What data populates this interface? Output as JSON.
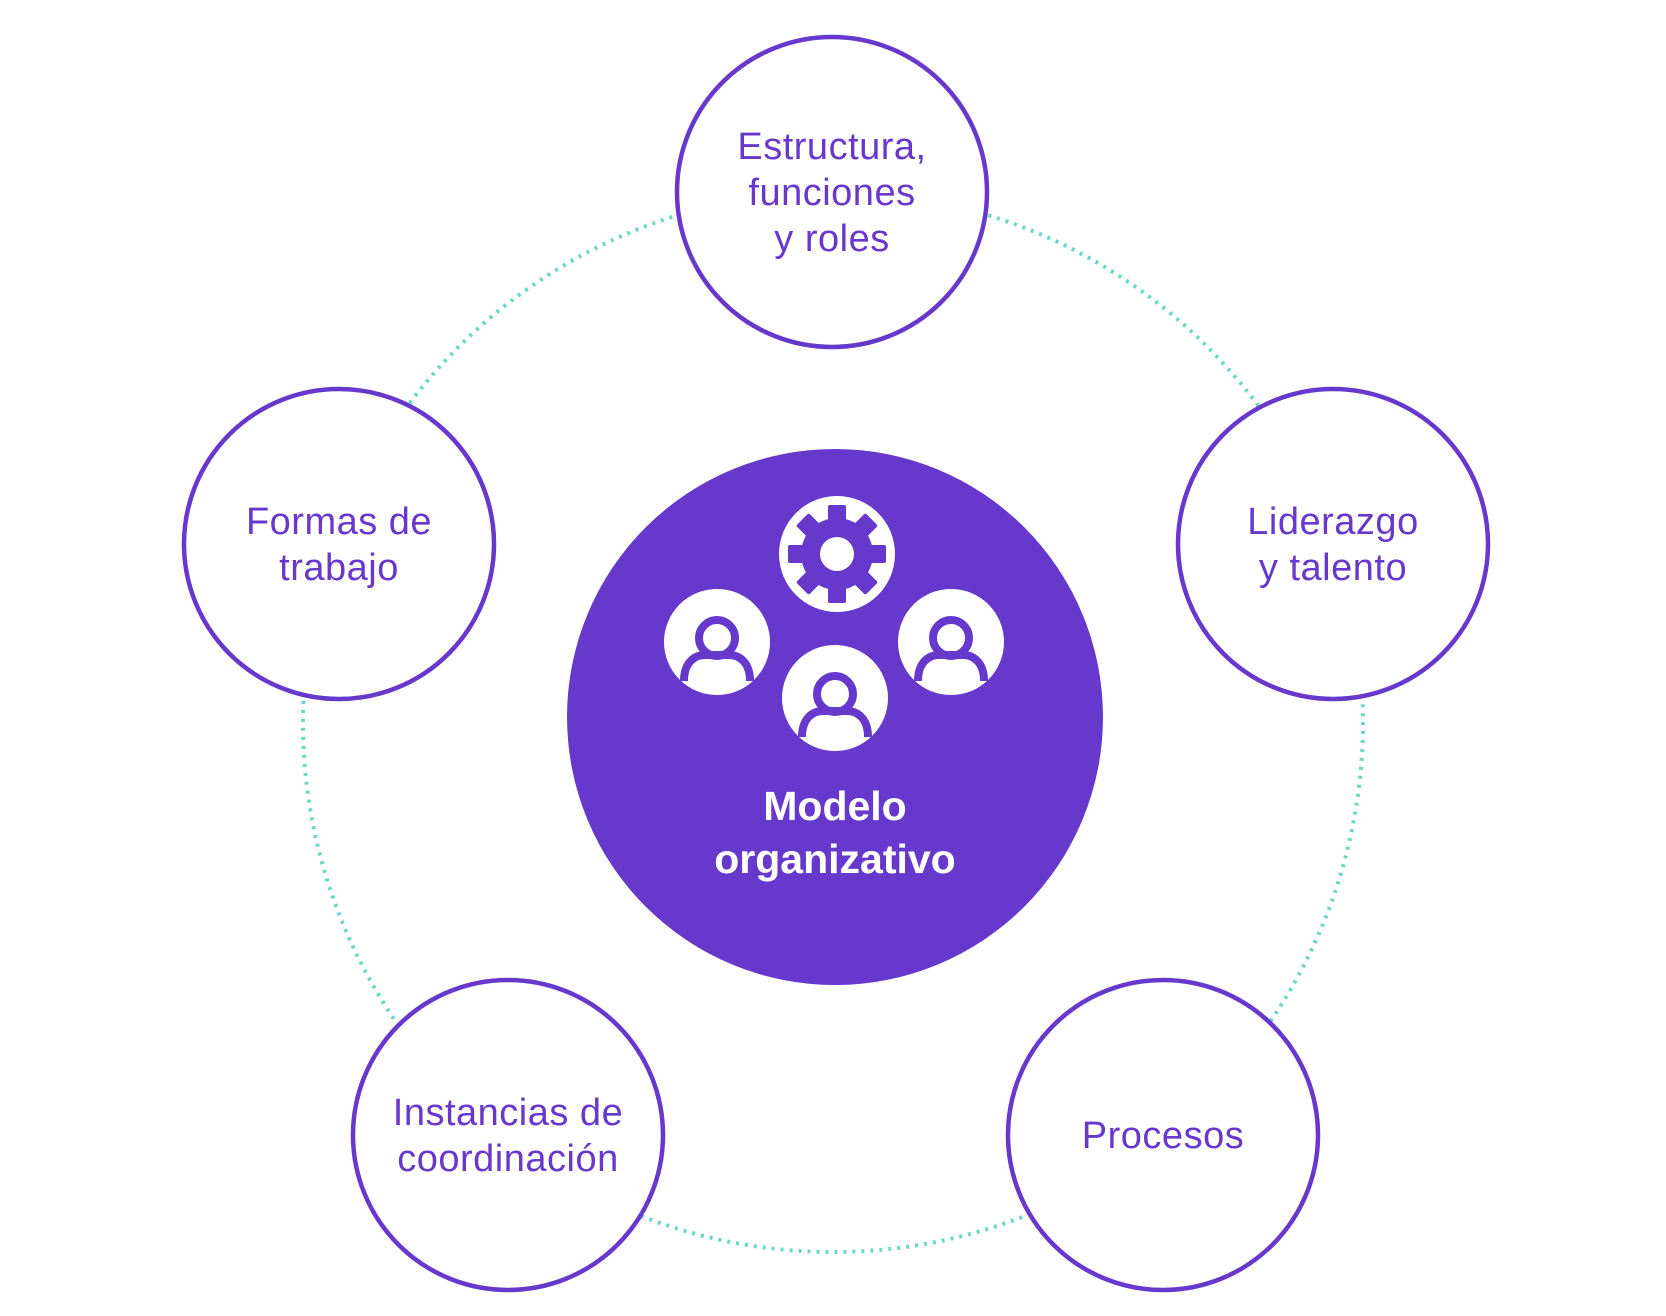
{
  "colors": {
    "primary": "#6639CC",
    "ring": "#6BD8C6",
    "background": "#FFFFFF",
    "on_primary": "#FFFFFF"
  },
  "center": {
    "title_line1": "Modelo",
    "title_line2": "organizativo",
    "icons": [
      "gear-icon",
      "person-icon",
      "person-icon",
      "person-icon"
    ]
  },
  "nodes": [
    {
      "id": "estructura",
      "lines": [
        "Estructura,",
        "funciones",
        "y roles"
      ]
    },
    {
      "id": "liderazgo",
      "lines": [
        "Liderazgo",
        "y talento"
      ]
    },
    {
      "id": "procesos",
      "lines": [
        "Procesos"
      ]
    },
    {
      "id": "instancias",
      "lines": [
        "Instancias de",
        "coordinación"
      ]
    },
    {
      "id": "formas",
      "lines": [
        "Formas de",
        "trabajo"
      ]
    }
  ]
}
